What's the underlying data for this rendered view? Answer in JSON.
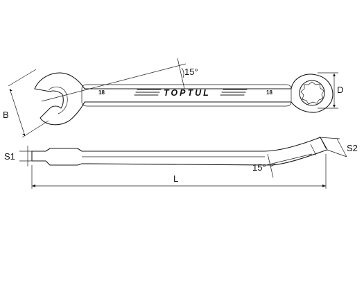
{
  "drawing": {
    "brand": "TOPTUL",
    "size_left": "18",
    "size_right": "18",
    "angle_top": "15°",
    "angle_bottom": "15°",
    "label_B": "B",
    "label_D": "D",
    "label_S1": "S1",
    "label_S2": "S2",
    "label_L": "L"
  }
}
